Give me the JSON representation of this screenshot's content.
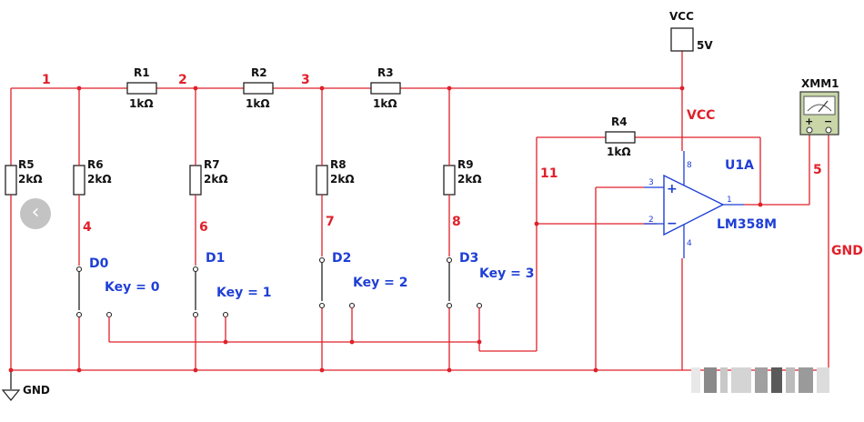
{
  "resistors": [
    {
      "id": "R1",
      "value": "1kΩ"
    },
    {
      "id": "R2",
      "value": "1kΩ"
    },
    {
      "id": "R3",
      "value": "1kΩ"
    },
    {
      "id": "R4",
      "value": "1kΩ"
    },
    {
      "id": "R5",
      "value": "2kΩ"
    },
    {
      "id": "R6",
      "value": "2kΩ"
    },
    {
      "id": "R7",
      "value": "2kΩ"
    },
    {
      "id": "R8",
      "value": "2kΩ"
    },
    {
      "id": "R9",
      "value": "2kΩ"
    }
  ],
  "nets": {
    "n1": "1",
    "n2": "2",
    "n3": "3",
    "n4": "4",
    "n5": "5",
    "n6": "6",
    "n7": "7",
    "n8": "8",
    "n11": "11"
  },
  "switches": [
    {
      "label": "D0",
      "key": "Key = 0"
    },
    {
      "label": "D1",
      "key": "Key = 1"
    },
    {
      "label": "D2",
      "key": "Key = 2"
    },
    {
      "label": "D3",
      "key": "Key = 3"
    }
  ],
  "power": {
    "vcc_title": "VCC",
    "vcc_value": "5V",
    "vcc_net": "VCC",
    "gnd_net": "GND",
    "gnd_symbol": "GND"
  },
  "opamp": {
    "ref": "U1A",
    "model": "LM358M",
    "pin_plus": "3",
    "pin_minus": "2",
    "pin_out": "1",
    "pin_vcc": "8",
    "pin_gnd": "4",
    "plus_sign": "+",
    "minus_sign": "−"
  },
  "meter": {
    "ref": "XMM1",
    "plus": "+",
    "minus": "−"
  },
  "nav": {
    "back_icon": "‹"
  }
}
